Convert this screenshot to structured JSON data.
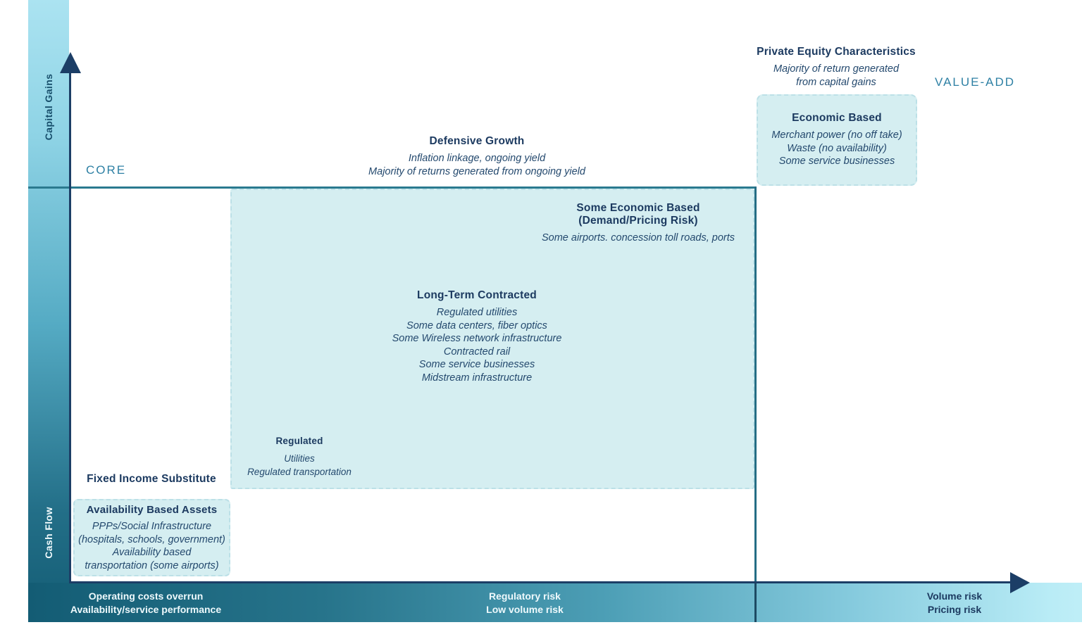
{
  "axes": {
    "y_axis": {
      "top_label": "Capital Gains",
      "bottom_label": "Cash Flow"
    },
    "x_axis": {
      "left": {
        "line1": "Operating costs overrun",
        "line2": "Availability/service performance"
      },
      "middle": {
        "line1": "Regulatory risk",
        "line2": "Low volume risk"
      },
      "right": {
        "line1": "Volume risk",
        "line2": "Pricing risk"
      }
    }
  },
  "quadrants": {
    "core_label": "CORE",
    "value_add_label": "VALUE-ADD"
  },
  "annotations": {
    "defensive_growth": {
      "title": "Defensive Growth",
      "line1": "Inflation linkage, ongoing yield",
      "line2": "Majority of returns generated from ongoing yield"
    },
    "private_equity": {
      "title": "Private Equity Characteristics",
      "line1": "Majority of return generated",
      "line2": "from capital gains"
    },
    "fixed_income": {
      "title": "Fixed Income Substitute"
    }
  },
  "boxes": {
    "economic_based": {
      "title": "Economic Based",
      "items": [
        "Merchant power (no off take)",
        "Waste (no availability)",
        "Some service businesses"
      ]
    },
    "some_economic_based": {
      "title_line1": "Some Economic Based",
      "title_line2": "(Demand/Pricing Risk)",
      "subtitle": "Some airports. concession toll roads, ports"
    },
    "long_term_contracted": {
      "title": "Long-Term Contracted",
      "items": [
        "Regulated utilities",
        "Some data centers, fiber optics",
        "Some Wireless network infrastructure",
        "Contracted rail",
        "Some service businesses",
        "Midstream infrastructure"
      ]
    },
    "regulated": {
      "title": "Regulated",
      "items": [
        "Utilities",
        "Regulated transportation"
      ]
    },
    "availability_based": {
      "title": "Availability Based Assets",
      "items": [
        "PPPs/Social Infrastructure",
        "(hospitals, schools, government)",
        "Availability based",
        "transportation (some airports)"
      ]
    }
  },
  "colors": {
    "navy_text": "#1c3a60",
    "teal_label": "#2e80a4",
    "box_fill": "#d5eef1",
    "core_border": "#2a7a8f",
    "axis_navy": "#1c3e66",
    "gradient_dark": "#135c74",
    "gradient_light": "#abe3f1"
  }
}
